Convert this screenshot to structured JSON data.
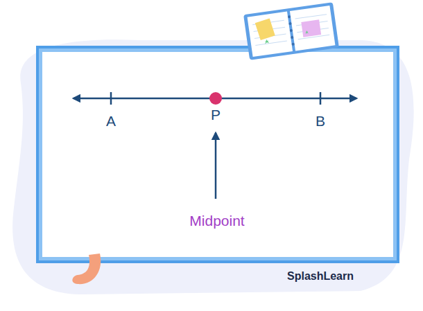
{
  "diagram": {
    "labels": [
      "A",
      "P",
      "B",
      "Midpoint",
      "SplashLearn"
    ]
  }
}
